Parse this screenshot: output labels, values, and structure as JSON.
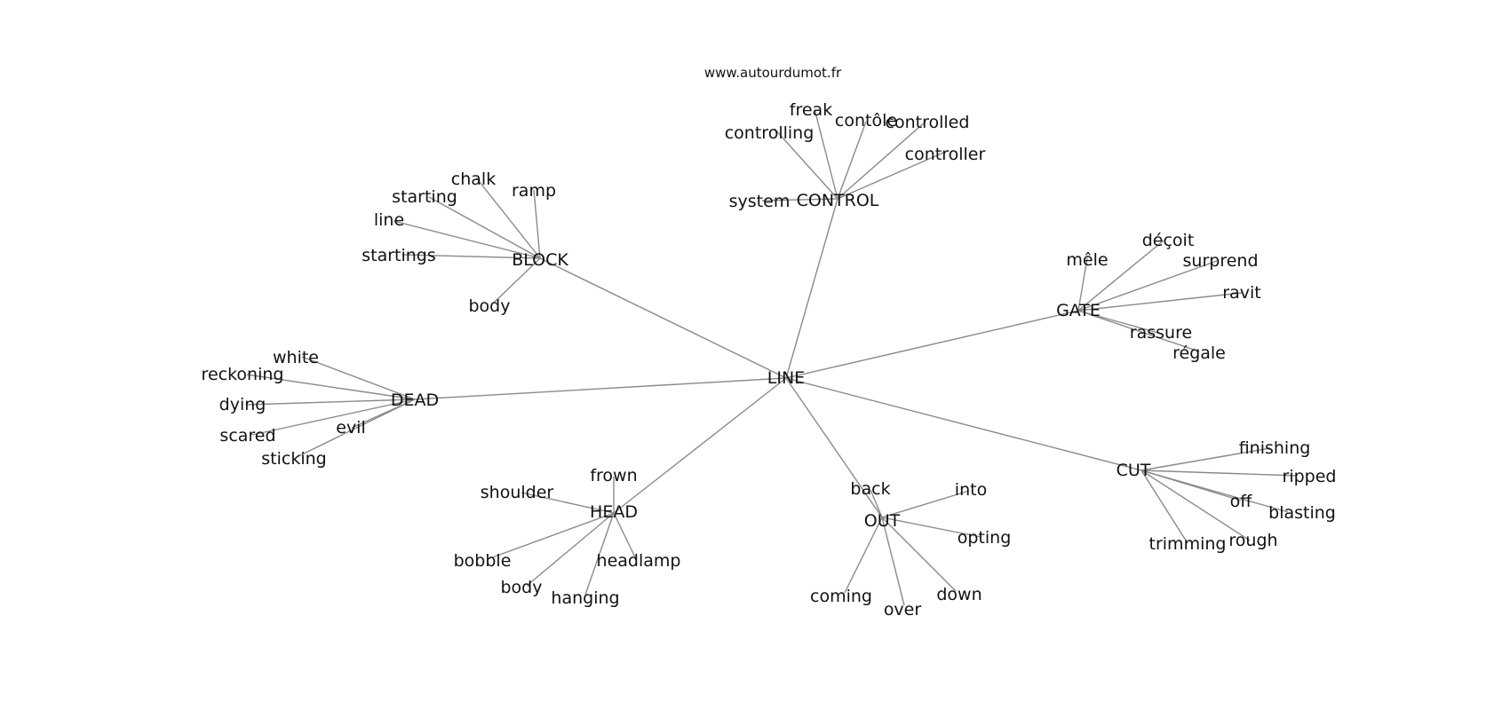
{
  "source": "www.autourdumot.fr",
  "center": "LINE",
  "clusters": [
    {
      "hub": "CONTROL",
      "words": [
        "controlling",
        "freak",
        "contôle",
        "controlled",
        "controller",
        "system"
      ]
    },
    {
      "hub": "BLOCK",
      "words": [
        "chalk",
        "ramp",
        "starting",
        "line",
        "startings",
        "body"
      ]
    },
    {
      "hub": "GATE",
      "words": [
        "mêle",
        "déçoit",
        "surprend",
        "ravit",
        "rassure",
        "régale"
      ]
    },
    {
      "hub": "DEAD",
      "words": [
        "white",
        "reckoning",
        "dying",
        "scared",
        "evil",
        "sticking"
      ]
    },
    {
      "hub": "HEAD",
      "words": [
        "frown",
        "shoulder",
        "bobble",
        "body",
        "hanging",
        "headlamp"
      ]
    },
    {
      "hub": "OUT",
      "words": [
        "back",
        "into",
        "opting",
        "coming",
        "over",
        "down"
      ]
    },
    {
      "hub": "CUT",
      "words": [
        "finishing",
        "ripped",
        "off",
        "blasting",
        "trimming",
        "rough"
      ]
    }
  ]
}
